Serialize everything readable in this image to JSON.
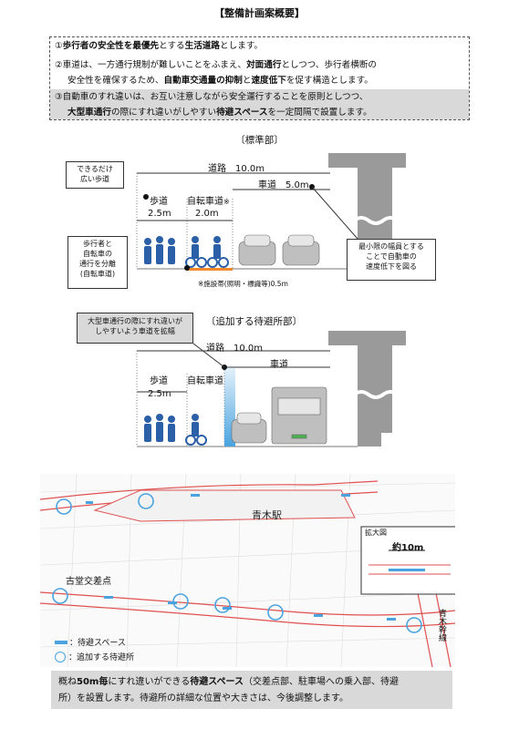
{
  "summary": {
    "title": "【整備計画案概要】",
    "item1": {
      "a": "①",
      "b": "歩行者の安全性を最優先",
      "c": "とする",
      "d": "生活道路",
      "e": "とします。"
    },
    "item2_line1": {
      "a": "②車道は、一方通行規制が難しいことをふまえ、",
      "b": "対面通行",
      "c": "としつつ、歩行者横断の"
    },
    "item2_line2": {
      "a": "安全性を確保するため、",
      "b": "自動車交通量の抑制",
      "c": "と",
      "d": "速度低下",
      "e": "を促す構造とします。"
    },
    "item3_line1": "③自動車のすれ違いは、お互い注意しながら安全運行することを原則としつつ、",
    "item3_line2": {
      "a": "大型車通行",
      "b": "の際にすれ違いがしやすい",
      "c": "待避スペース",
      "d": "を一定間隔で設置します。"
    }
  },
  "standard": {
    "title": "〔標準部〕",
    "note_left_top": [
      "できるだけ",
      "広い歩道"
    ],
    "note_left_bottom": [
      "歩行者と",
      "自転車の",
      "通行を分離",
      "(自転車道)"
    ],
    "note_right": [
      "最小限の幅員とする",
      "ことで自動車の",
      "速度低下を図る"
    ],
    "road_label": "道路　10.0m",
    "carriageway_label": "車道　5.0m",
    "sidewalk_label": "歩道",
    "sidewalk_width": "2.5m",
    "bikeway_label": "自転車道",
    "bikeway_mark": "※",
    "bikeway_width": "2.0m",
    "footnote": "※施設帯(照明・標識等)0.5m"
  },
  "passing": {
    "title": "〔追加する待避所部〕",
    "note": [
      "大型車通行の際にすれ違いが",
      "しやすいよう車道を拡幅"
    ],
    "road_label": "道路　10.0m",
    "carriageway_label": "車道",
    "sidewalk_label": "歩道",
    "sidewalk_width": "2.5m",
    "bikeway_label": "自転車道"
  },
  "map": {
    "station": "青木駅",
    "intersection": "古堂交差点",
    "inset_title": "拡大図",
    "inset_length": "約10m",
    "road_name": "青木幹線",
    "legend": [
      {
        "label": "：待避スペース",
        "icon": "blue-bar"
      },
      {
        "label": "：追加する待避所",
        "icon": "blue-circle"
      }
    ]
  },
  "bottom": {
    "line1": {
      "a": "概ね",
      "b": "50m毎",
      "c": "にすれ違いができる",
      "d": "待避スペース",
      "e": "（交差点部、駐車場への乗入部、待避"
    },
    "line2": "所）を設置します。待避所の詳細な位置や大きさは、今後調整します。"
  },
  "colors": {
    "accent": "#4aa3df",
    "road_red": "#e05050",
    "gray": "#9a9a9a",
    "highlight": "#d9d9d9"
  }
}
